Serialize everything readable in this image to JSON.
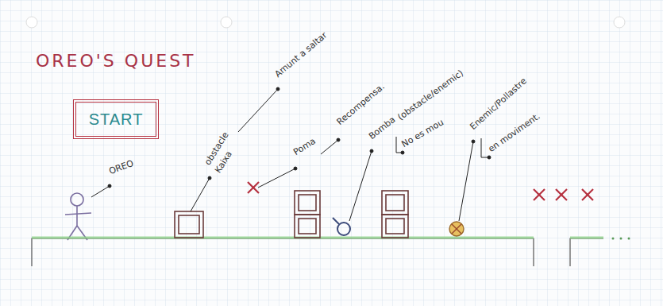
{
  "diagram": {
    "title": "OREO'S QUEST",
    "nodes": [
      {
        "text": [
          "START"
        ]
      }
    ],
    "labels": [
      "OREO",
      "obstacle",
      "Kaixa",
      "Amunt a saltar",
      "Poma",
      "Recompensa.",
      "Bomba",
      "(obstacle/enemic)",
      "No es mou",
      "Enemic/Pollastre",
      "en moviment."
    ]
  }
}
